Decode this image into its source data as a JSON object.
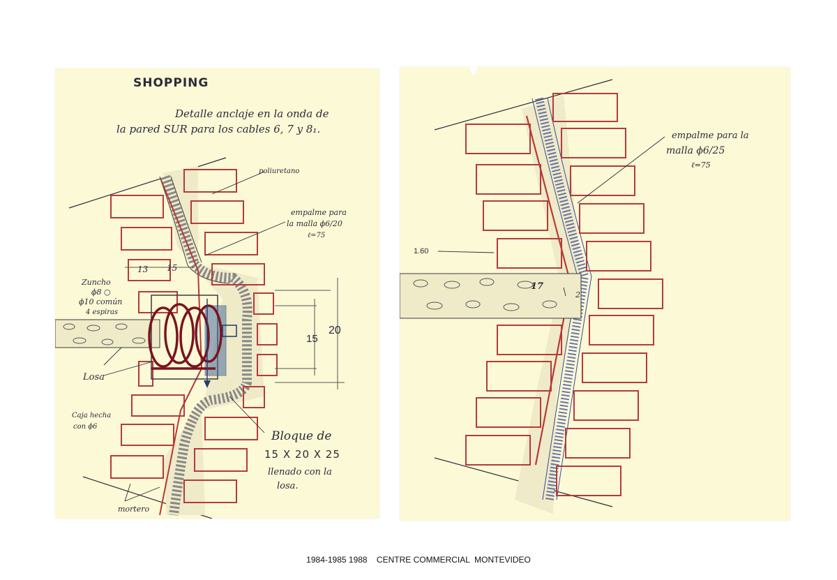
{
  "left_sheet": {
    "title": "SHOPPING",
    "note_line1": "Detalle anclaje en la onda de",
    "note_line2": "la pared SUR para los cables 6, 7 y 8₁.",
    "label_poliuretano": "poliuretano",
    "label_empalme_line1": "empalme para",
    "label_empalme_line2": "la malla ϕ6/20",
    "label_empalme_line3": "ℓ=75",
    "label_zuncho_line1": "Zuncho",
    "label_zuncho_line2": "ϕ8 ○",
    "label_zuncho_line3": "ϕ10 común",
    "label_zuncho_line4": "4 espiras",
    "label_losa": "Losa",
    "label_caja_line1": "Caja hecha",
    "label_caja_line2": "con ϕ6",
    "label_mortero": "mortero",
    "dim_13": "13",
    "dim_15_small": "15",
    "dim_15": "15",
    "dim_20": "20",
    "bloque_line1": "Bloque de",
    "bloque_line2": "15 X 20 X 25",
    "bloque_line3": "llenado con la",
    "bloque_line4": "losa."
  },
  "right_sheet": {
    "label_empalme_line1": "empalme para la",
    "label_empalme_line2": "malla ϕ6/25",
    "label_empalme_line3": "ℓ=75",
    "dim_160": "1.60",
    "dim_17": "17",
    "dim_2": "2"
  },
  "caption": "1984-1985 1988    CENTRE COMMERCIAL  MONTEVIDEO",
  "colors": {
    "paper": "#fbf9d6",
    "brick": "#b53a3a",
    "ink": "#2c2b3a",
    "blue_ink": "#3a4a9a",
    "dark_red": "#7a1420"
  }
}
